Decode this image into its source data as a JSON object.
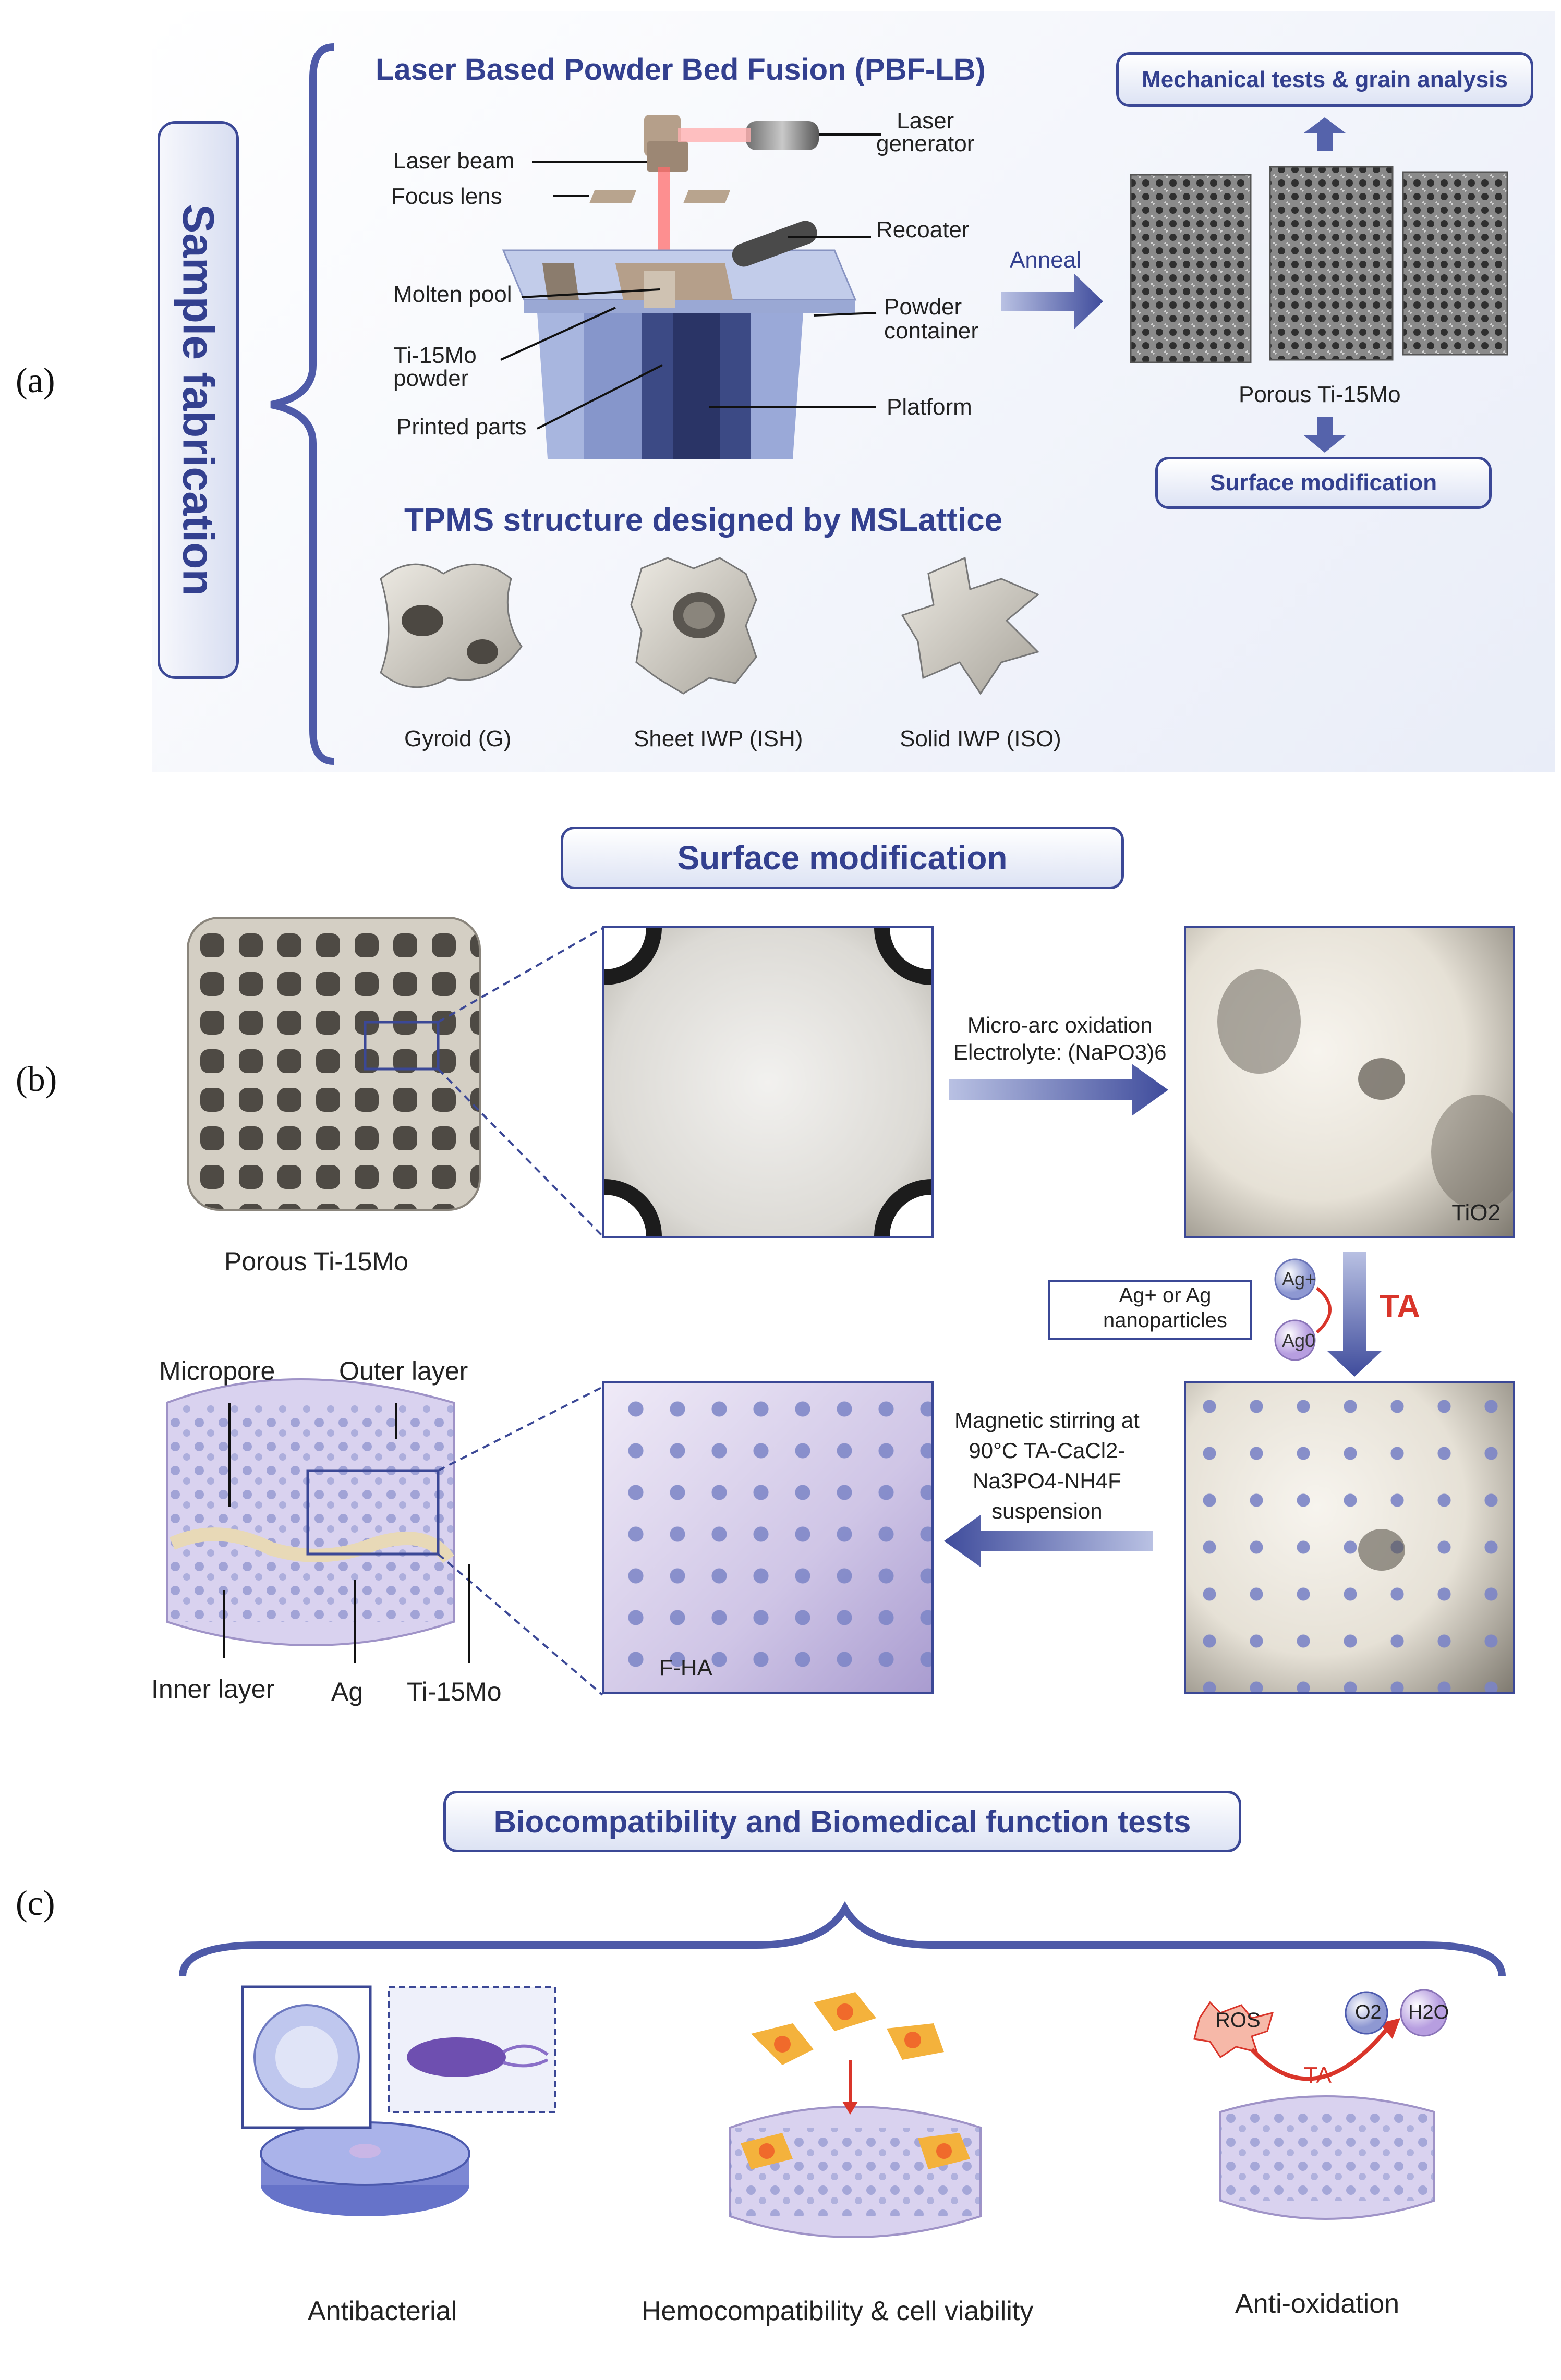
{
  "panel_labels": {
    "a": "(a)",
    "b": "(b)",
    "c": "(c)"
  },
  "panel_a": {
    "side_title": "Sample fabrication",
    "pbf_title": "Laser Based Powder Bed Fusion (PBF-LB)",
    "labels": {
      "laser_beam": "Laser beam",
      "focus_lens": "Focus lens",
      "molten_pool": "Molten pool",
      "ti_powder_line1": "Ti-15Mo",
      "ti_powder_line2": "powder",
      "printed_parts": "Printed parts",
      "laser_generator_line1": "Laser",
      "laser_generator_line2": "generator",
      "recoater": "Recoater",
      "powder_container_line1": "Powder",
      "powder_container_line2": "container",
      "platform": "Platform"
    },
    "anneal": "Anneal",
    "mech_box": "Mechanical tests & grain analysis",
    "porous_label": "Porous Ti-15Mo",
    "surface_box": "Surface modification",
    "tpms_title": "TPMS structure designed by MSLattice",
    "tpms_items": [
      "Gyroid (G)",
      "Sheet IWP (ISH)",
      "Solid IWP (ISO)"
    ]
  },
  "panel_b": {
    "title": "Surface modification",
    "porous_label": "Porous Ti-15Mo",
    "mao_line1": "Micro-arc oxidation",
    "mao_line2": "Electrolyte: (NaPO3)6",
    "tio2": "TiO2",
    "ag_legend_line1": "Ag+ or Ag",
    "ag_legend_line2": "nanoparticles",
    "ag_plus": "Ag+",
    "ag_zero": "Ag0",
    "ta": "TA",
    "stir_line1": "Magnetic stirring at",
    "stir_line2": "90°C TA-CaCl2-",
    "stir_line3": "Na3PO4-NH4F",
    "stir_line4": "suspension",
    "fha": "F-HA",
    "micropore": "Micropore",
    "outer_layer": "Outer layer",
    "inner_layer": "Inner layer",
    "ag": "Ag",
    "ti15mo": "Ti-15Mo"
  },
  "panel_c": {
    "title": "Biocompatibility and Biomedical function tests",
    "items": [
      "Antibacterial",
      "Hemocompatibility & cell viability",
      "Anti-oxidation"
    ],
    "ros": "ROS",
    "o2": "O2",
    "h2o": "H2O",
    "ta": "TA"
  },
  "colors": {
    "accent": "#33408f",
    "arrow": "#4e5aa8",
    "laser": "#ff5a5a",
    "ta_red": "#d9352a"
  }
}
